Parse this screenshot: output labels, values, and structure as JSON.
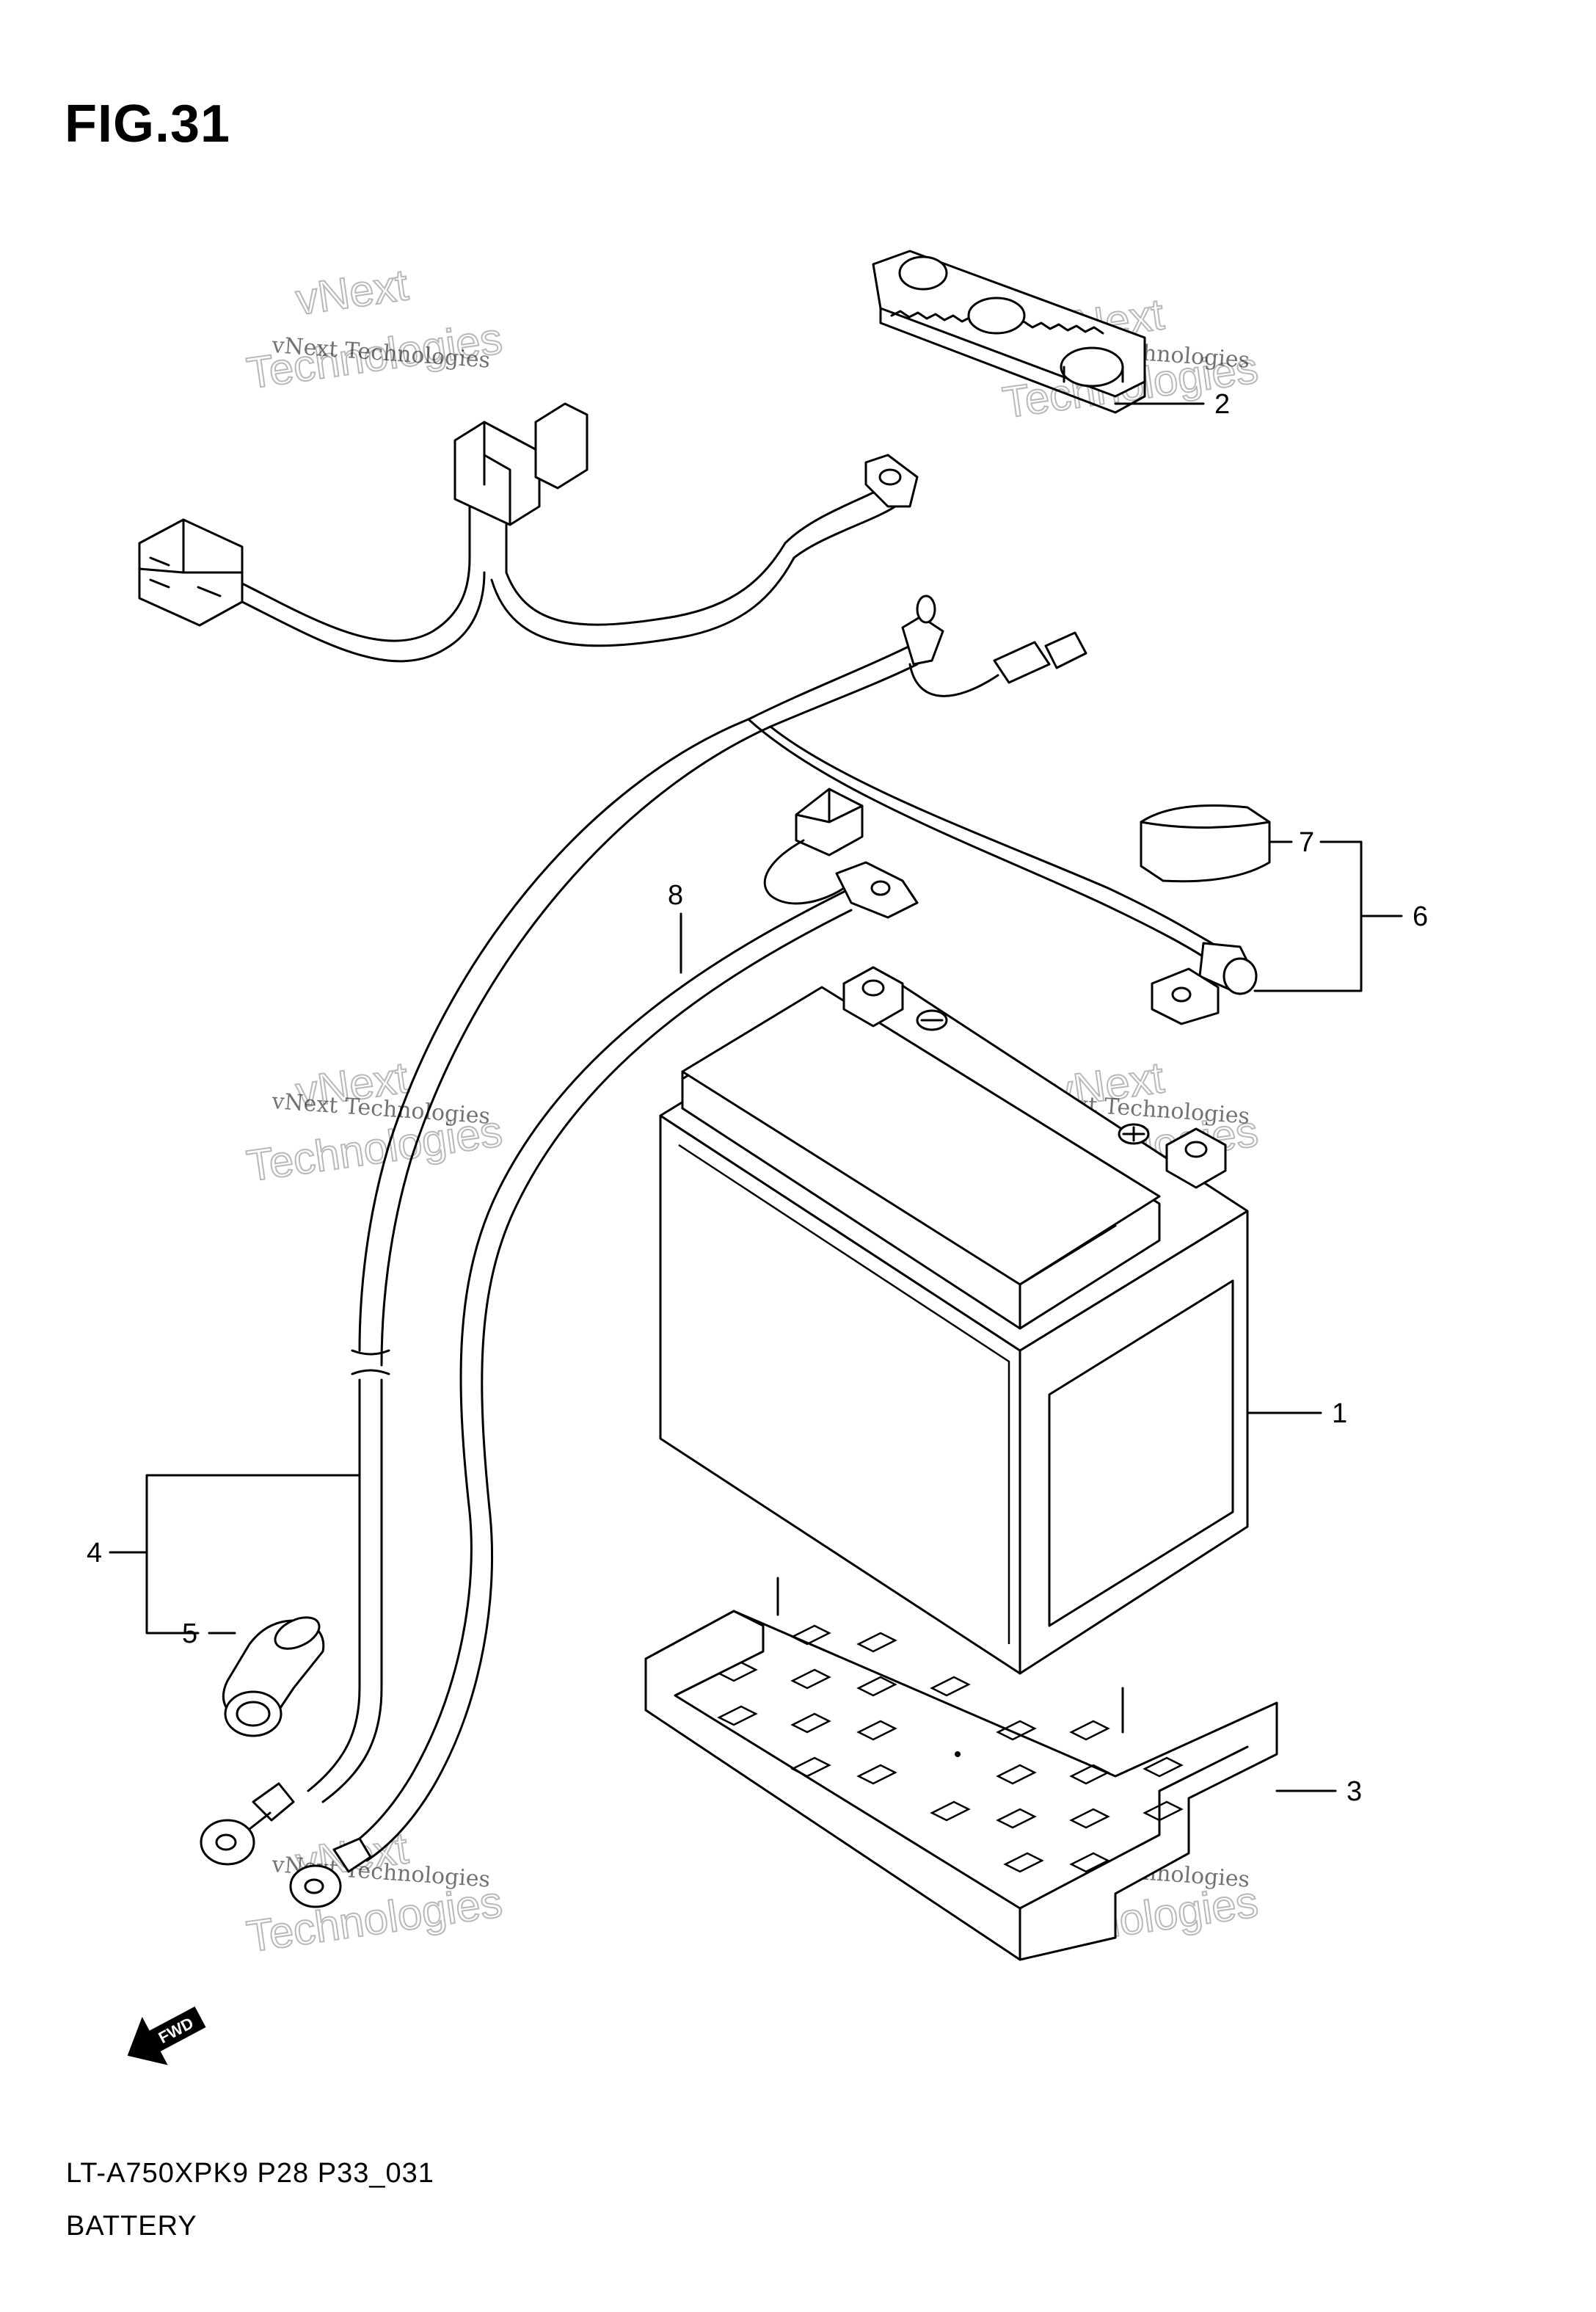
{
  "figure": {
    "title": "FIG.31",
    "model_code": "LT-A750XPK9 P28 P33_031",
    "name": "BATTERY"
  },
  "callouts": [
    {
      "id": "1",
      "label": "1"
    },
    {
      "id": "2",
      "label": "2"
    },
    {
      "id": "3",
      "label": "3"
    },
    {
      "id": "4",
      "label": "4"
    },
    {
      "id": "5",
      "label": "5"
    },
    {
      "id": "6",
      "label": "6"
    },
    {
      "id": "7",
      "label": "7"
    },
    {
      "id": "8",
      "label": "8"
    }
  ],
  "watermark": {
    "small": "vNext Technologies",
    "line1": "vNext",
    "line2": "Technologies"
  },
  "fwd_arrow": {
    "label": "FWD",
    "icon": "forward-arrow-icon"
  },
  "colors": {
    "line": "#000000",
    "background": "#ffffff",
    "watermark": "#b8b8b8"
  }
}
